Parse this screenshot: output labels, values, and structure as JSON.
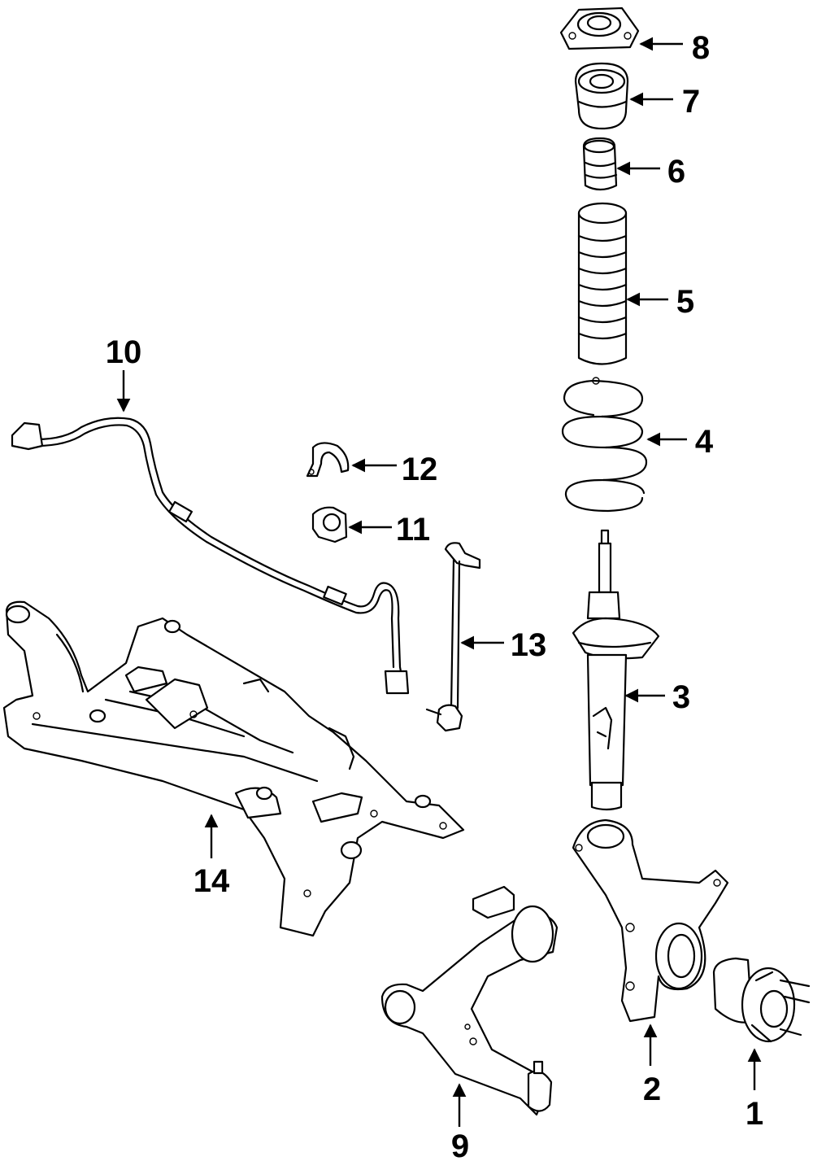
{
  "diagram": {
    "colors": {
      "ink": "#000000",
      "paper": "#ffffff"
    },
    "callouts": [
      {
        "id": "1",
        "label": "1"
      },
      {
        "id": "2",
        "label": "2"
      },
      {
        "id": "3",
        "label": "3"
      },
      {
        "id": "4",
        "label": "4"
      },
      {
        "id": "5",
        "label": "5"
      },
      {
        "id": "6",
        "label": "6"
      },
      {
        "id": "7",
        "label": "7"
      },
      {
        "id": "8",
        "label": "8"
      },
      {
        "id": "9",
        "label": "9"
      },
      {
        "id": "10",
        "label": "10"
      },
      {
        "id": "11",
        "label": "11"
      },
      {
        "id": "12",
        "label": "12"
      },
      {
        "id": "13",
        "label": "13"
      },
      {
        "id": "14",
        "label": "14"
      }
    ]
  }
}
